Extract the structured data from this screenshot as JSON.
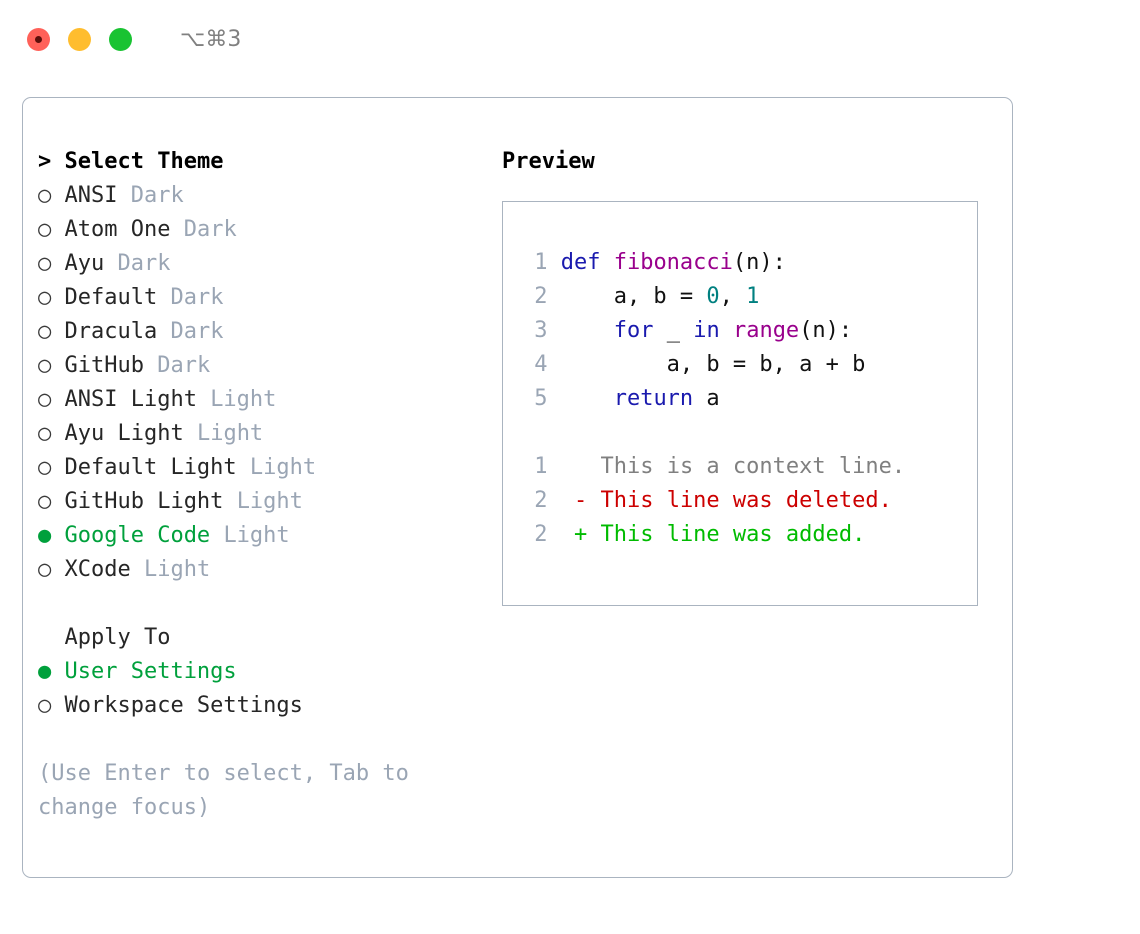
{
  "window": {
    "shortcut_label": "⌥⌘3",
    "traffic_lights": [
      "close",
      "minimize",
      "maximize"
    ]
  },
  "colors": {
    "accent_green": "#00a03c",
    "muted": "#9aa5b4",
    "border": "#aab4c0",
    "keyword": "#1a1aae",
    "function": "#99008c",
    "number": "#008080",
    "diff_added": "#00bb00",
    "diff_deleted": "#cc0000",
    "context": "#808080"
  },
  "theme_picker": {
    "heading_prefix": ">",
    "heading": "Select Theme",
    "marker_selected": "●",
    "marker_unselected": "○",
    "items": [
      {
        "name": "ANSI",
        "tag": "Dark",
        "selected": false
      },
      {
        "name": "Atom One",
        "tag": "Dark",
        "selected": false
      },
      {
        "name": "Ayu",
        "tag": "Dark",
        "selected": false
      },
      {
        "name": "Default",
        "tag": "Dark",
        "selected": false
      },
      {
        "name": "Dracula",
        "tag": "Dark",
        "selected": false
      },
      {
        "name": "GitHub",
        "tag": "Dark",
        "selected": false
      },
      {
        "name": "ANSI Light",
        "tag": "Light",
        "selected": false
      },
      {
        "name": "Ayu Light",
        "tag": "Light",
        "selected": false
      },
      {
        "name": "Default Light",
        "tag": "Light",
        "selected": false
      },
      {
        "name": "GitHub Light",
        "tag": "Light",
        "selected": false
      },
      {
        "name": "Google Code",
        "tag": "Light",
        "selected": true
      },
      {
        "name": "XCode",
        "tag": "Light",
        "selected": false
      }
    ]
  },
  "apply_to": {
    "heading": "Apply To",
    "items": [
      {
        "name": "User Settings",
        "selected": true
      },
      {
        "name": "Workspace Settings",
        "selected": false
      }
    ]
  },
  "hint": "(Use Enter to select, Tab to change focus)",
  "preview": {
    "title": "Preview",
    "code_lines": [
      {
        "n": "1",
        "tokens": [
          {
            "t": "def ",
            "c": "kw"
          },
          {
            "t": "fibonacci",
            "c": "fn"
          },
          {
            "t": "(n):",
            "c": "pln"
          }
        ]
      },
      {
        "n": "2",
        "tokens": [
          {
            "t": "    a, b = ",
            "c": "pln"
          },
          {
            "t": "0",
            "c": "num"
          },
          {
            "t": ", ",
            "c": "pln"
          },
          {
            "t": "1",
            "c": "num"
          }
        ]
      },
      {
        "n": "3",
        "tokens": [
          {
            "t": "    ",
            "c": "pln"
          },
          {
            "t": "for",
            "c": "kw"
          },
          {
            "t": " _ ",
            "c": "pln"
          },
          {
            "t": "in",
            "c": "kw"
          },
          {
            "t": " ",
            "c": "pln"
          },
          {
            "t": "range",
            "c": "fn"
          },
          {
            "t": "(n):",
            "c": "pln"
          }
        ]
      },
      {
        "n": "4",
        "tokens": [
          {
            "t": "        a, b = b, a + b",
            "c": "pln"
          }
        ]
      },
      {
        "n": "5",
        "tokens": [
          {
            "t": "    ",
            "c": "pln"
          },
          {
            "t": "return",
            "c": "kw"
          },
          {
            "t": " a",
            "c": "pln"
          }
        ]
      }
    ],
    "diff_lines": [
      {
        "n": "1",
        "sign": " ",
        "text": "This is a context line.",
        "kind": "ctx"
      },
      {
        "n": "2",
        "sign": "-",
        "text": "This line was deleted.",
        "kind": "del"
      },
      {
        "n": "2",
        "sign": "+",
        "text": "This line was added.",
        "kind": "add"
      }
    ]
  }
}
